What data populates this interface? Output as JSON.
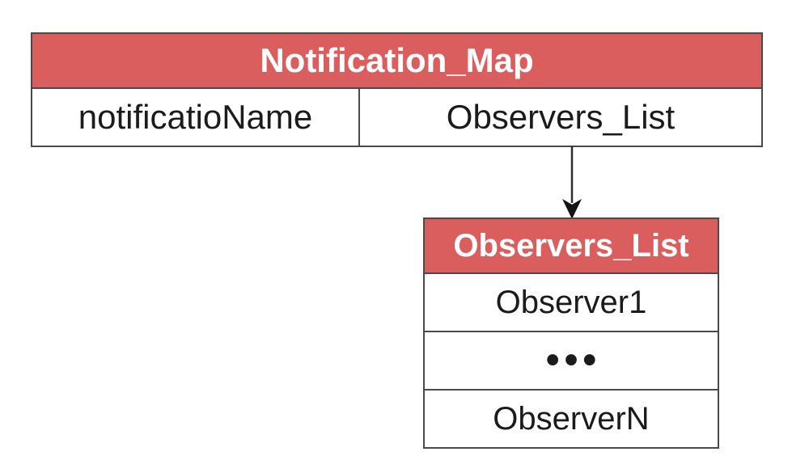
{
  "colors": {
    "header_bg": "#db5e5e",
    "header_text": "#ffffff",
    "border": "#4a4a4a",
    "cell_text": "#1b1b1b",
    "canvas_bg": "#ffffff",
    "arrow": "#1b1b1b"
  },
  "notification_map_table": {
    "title": "Notification_Map",
    "cells": [
      "notificatioName",
      "Observers_List"
    ]
  },
  "connector": {
    "icon": "arrow-down-icon",
    "glyph": "↓"
  },
  "observers_list_table": {
    "title": "Observers_List",
    "rows": [
      "Observer1",
      "•••",
      "ObserverN"
    ]
  }
}
